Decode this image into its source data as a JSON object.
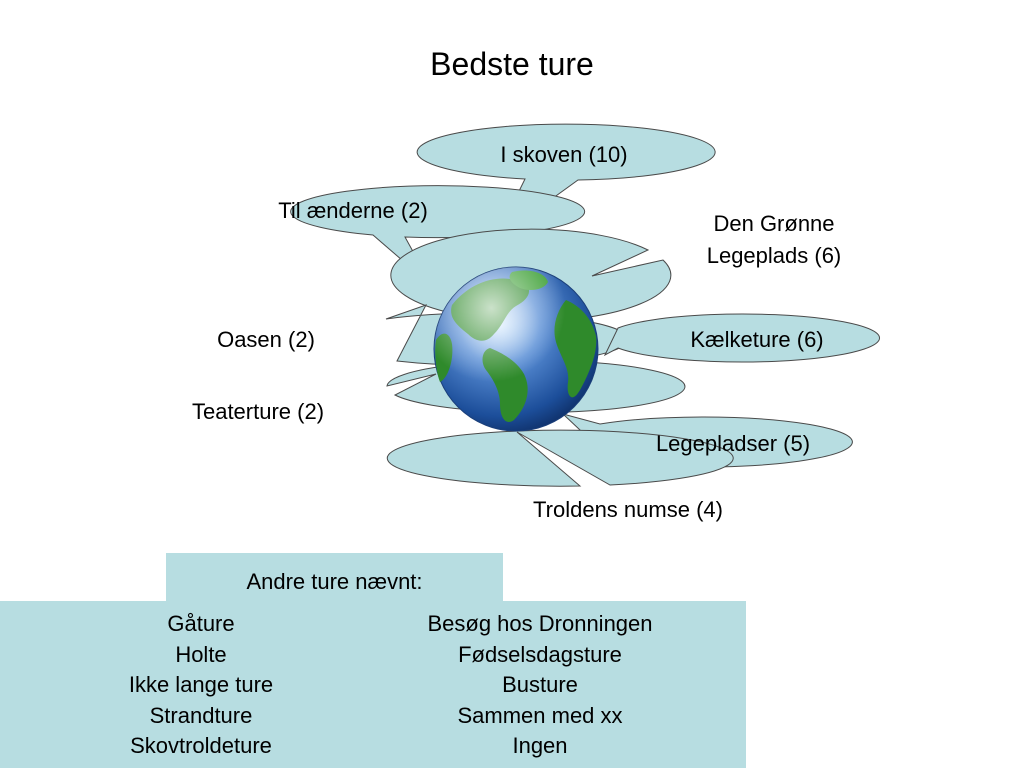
{
  "title": "Bedste ture",
  "bubbles": [
    {
      "label": "I skoven (10)"
    },
    {
      "label": "Til ænderne (2)"
    },
    {
      "label_line1": "Den Grønne",
      "label_line2": "Legeplads (6)"
    },
    {
      "label": "Oasen (2)"
    },
    {
      "label": "Kælketure (6)"
    },
    {
      "label": "Teaterture (2)"
    },
    {
      "label": "Legepladser (5)"
    },
    {
      "label": "Troldens numse (4)"
    }
  ],
  "other_trips": {
    "header": "Andre ture nævnt:",
    "left": [
      "Gåture",
      "Holte",
      "Ikke lange ture",
      "Strandture",
      "Skovtroldeture"
    ],
    "right": [
      "Besøg hos Dronningen",
      "Fødselsdagsture",
      "Busture",
      "Sammen med xx",
      "Ingen"
    ]
  },
  "colors": {
    "bubble_fill": "#b7dde1",
    "bubble_stroke": "#4a4a4a",
    "box_fill": "#b7dde1"
  }
}
